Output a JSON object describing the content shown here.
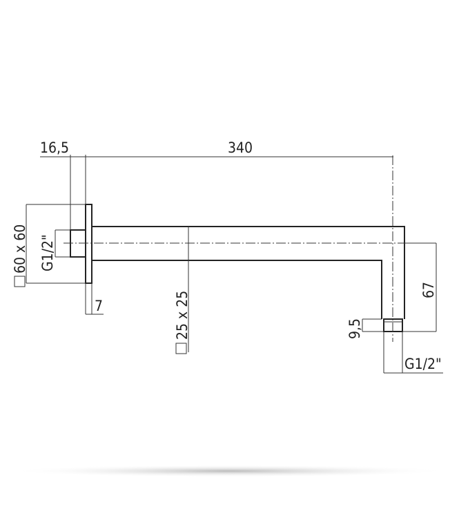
{
  "drawing": {
    "dimensions": {
      "offset": "16,5",
      "length": "340",
      "flange_size": "60 x 60",
      "inlet_thread": "G1/2\"",
      "flange_thickness": "7",
      "arm_section": "25 x 25",
      "drop_height": "67",
      "outlet_thread_length": "9,5",
      "outlet_thread": "G1/2\""
    },
    "square_symbol": "□"
  }
}
